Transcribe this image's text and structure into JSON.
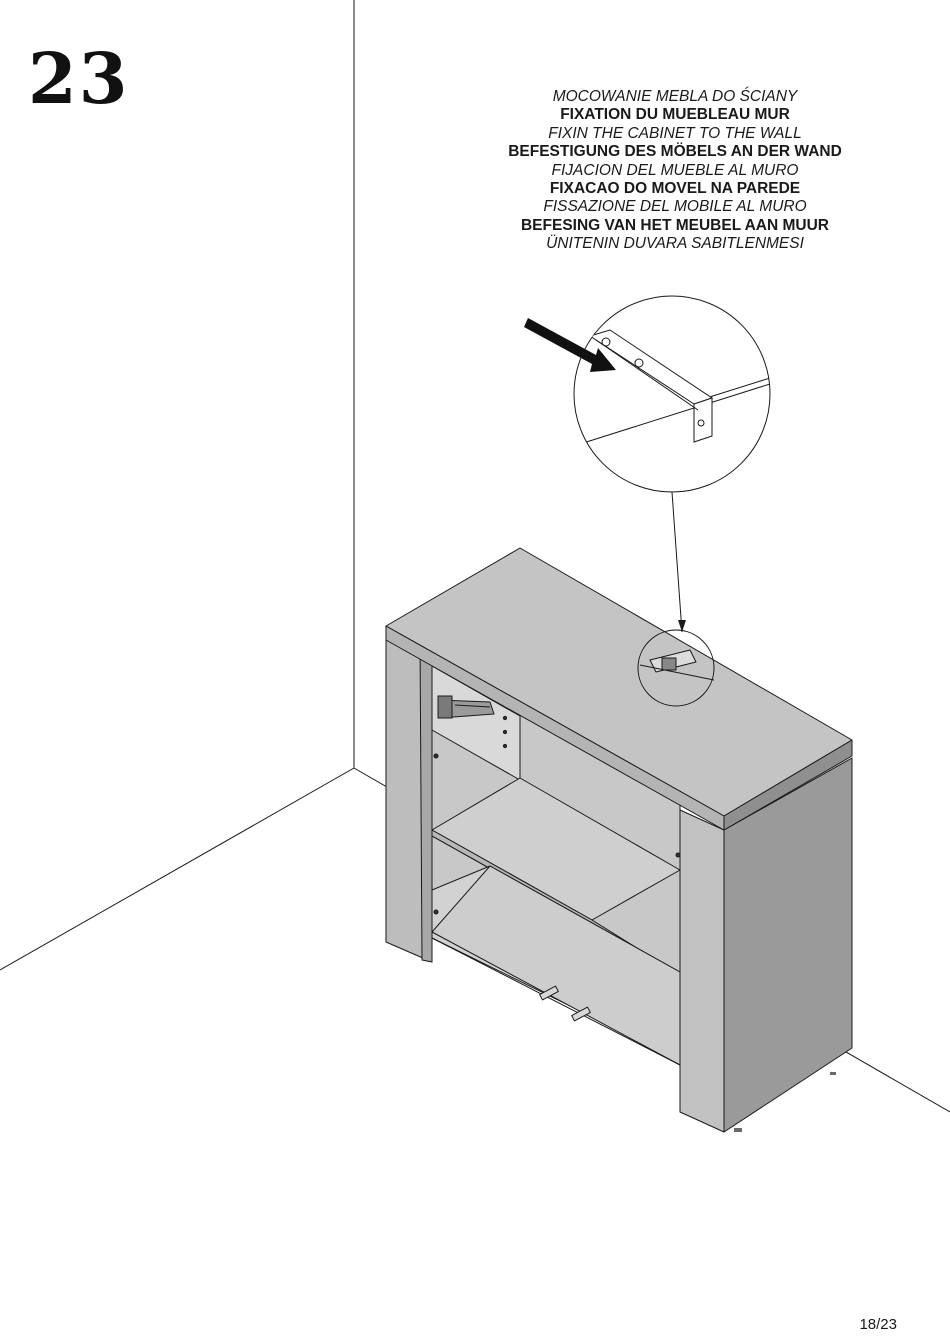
{
  "step": {
    "number": "23"
  },
  "caption": {
    "lines": [
      {
        "text": "MOCOWANIE MEBLA DO ŚCIANY",
        "style": "italic"
      },
      {
        "text": "FIXATION DU MUEBLEAU MUR",
        "style": "bold"
      },
      {
        "text": "FIXIN THE CABINET TO THE WALL",
        "style": "italic"
      },
      {
        "text": "BEFESTIGUNG DES MÖBELS AN DER WAND",
        "style": "bold"
      },
      {
        "text": "FIJACION DEL MUEBLE AL MURO",
        "style": "italic"
      },
      {
        "text": "FIXACAO DO MOVEL NA PAREDE",
        "style": "bold"
      },
      {
        "text": "FISSAZIONE DEL MOBILE AL MURO",
        "style": "italic"
      },
      {
        "text": "BEFESING VAN HET MEUBEL AAN MUUR",
        "style": "bold"
      },
      {
        "text": "ÜNITENIN DUVARA SABITLENMESI",
        "style": "italic"
      }
    ]
  },
  "footer": {
    "page": "18/23"
  },
  "colors": {
    "line": "#1a1a1a",
    "top_panel": "#c4c4c4",
    "front_panel": "#bdbdbd",
    "side_panel": "#9a9a9a",
    "interior": "#cacaca",
    "arrow": "#111111"
  }
}
